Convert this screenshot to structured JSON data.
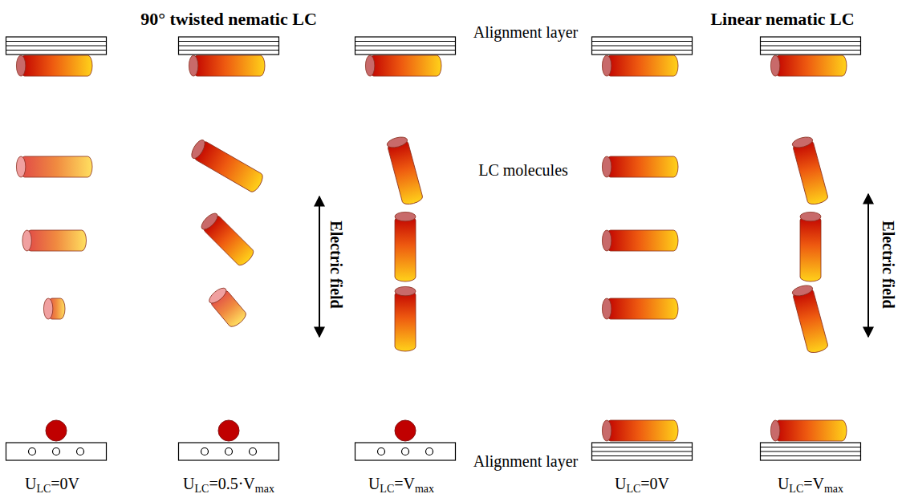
{
  "diagram": {
    "labels": [
      "90° twisted nematic LC",
      "Linear nematic LC",
      "Alignment layer",
      "LC molecules",
      "Electric field",
      "Electric field",
      "Alignment layer",
      "ULC=0V",
      "ULC=0.5·Vmax",
      "ULC=Vmax",
      "ULC=0V",
      "ULC=Vmax"
    ]
  }
}
